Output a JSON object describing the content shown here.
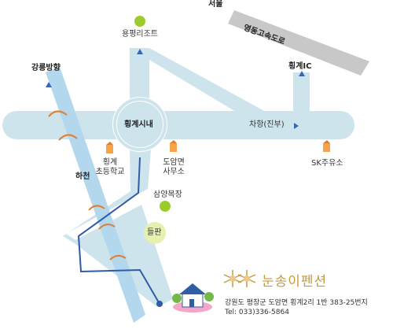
{
  "map": {
    "labels": {
      "seoul": "서울",
      "yeongdong_expressway": "영동고속도로",
      "yongpyong": "용평리조트",
      "gangneung": "강릉방향",
      "hoenggye_ic": "횡계IC",
      "downtown": "횡계시내",
      "jinbu": "차항(진부)",
      "school_line1": "횡계",
      "school_line2": "초등학교",
      "office_line1": "도암면",
      "office_line2": "사무소",
      "sk_station": "SK주유소",
      "river": "하천",
      "samyang": "삼양목장",
      "field": "들판"
    },
    "colors": {
      "road": "#cde4ec",
      "river": "#b3d8ee",
      "route": "#2f5aa8",
      "green_marker": "#9ccc2c",
      "field": "#e6f0b0",
      "accent": "#c79a3c"
    }
  },
  "footer": {
    "brand": "눈송이펜션",
    "address": "강원도 평창군 도암면 횡계2리 1반 383-25번지",
    "tel": "Tel: 033)336-5864"
  }
}
